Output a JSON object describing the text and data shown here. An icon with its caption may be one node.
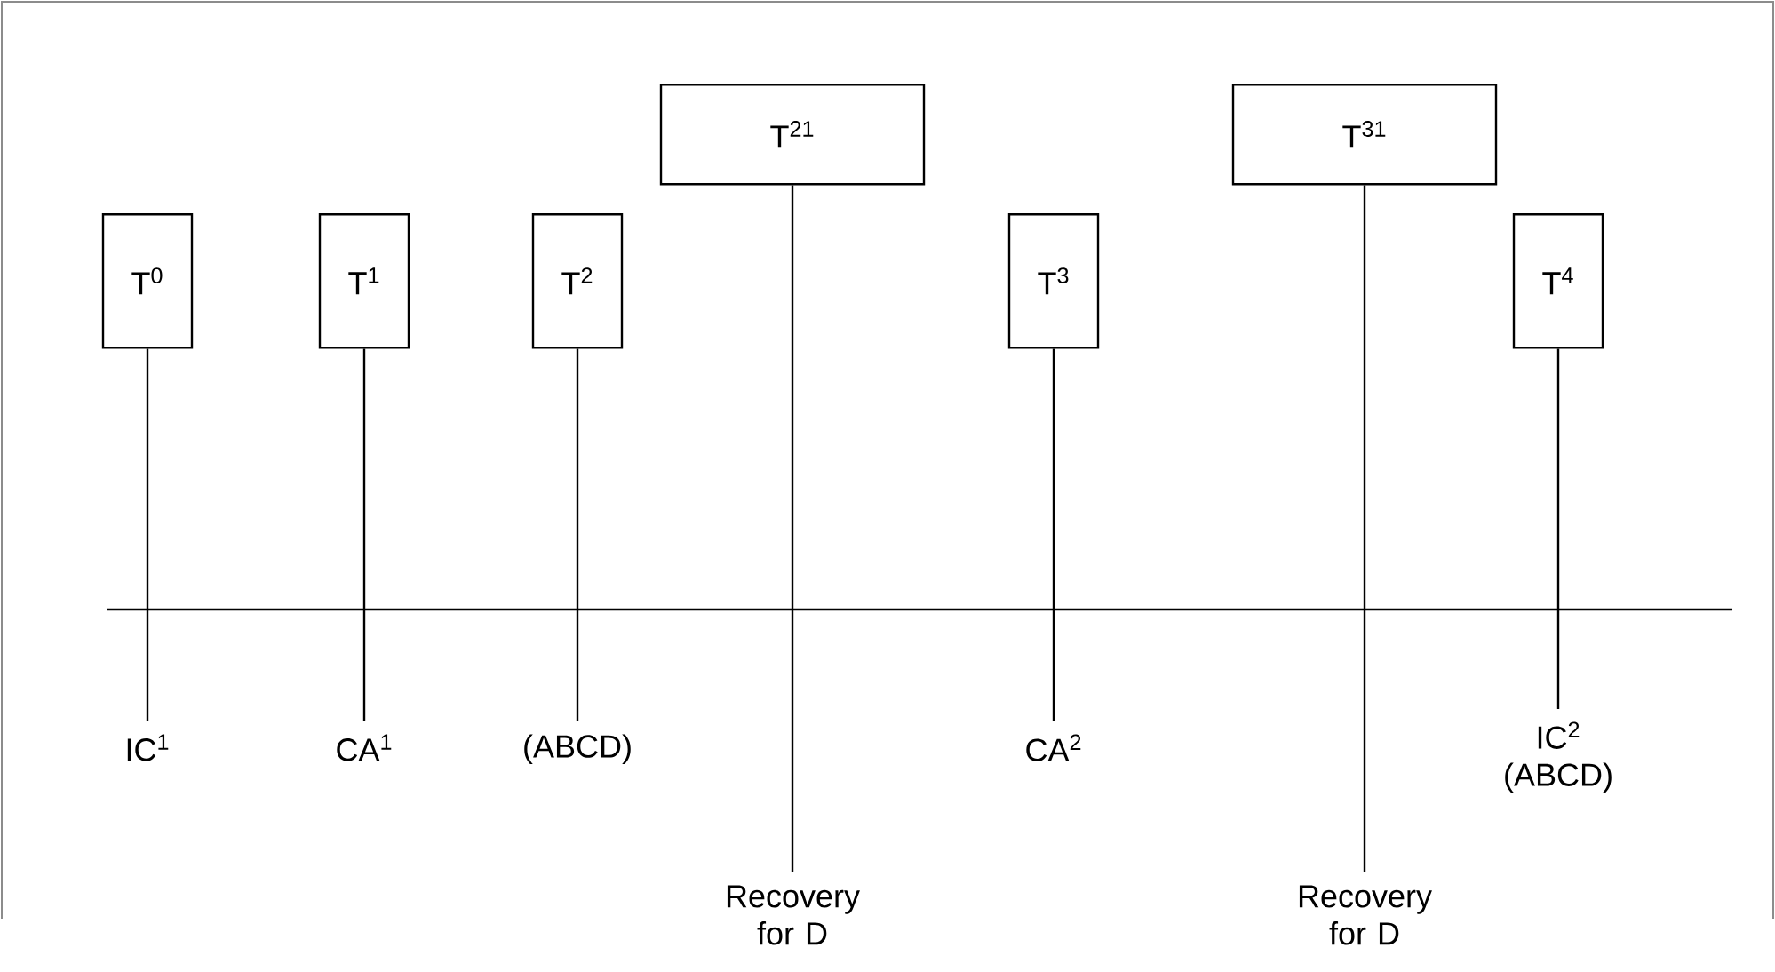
{
  "diagram": {
    "nodes": [
      {
        "text": [
          "T$^{0}$"
        ]
      },
      {
        "text": [
          "T$^{1}$"
        ]
      },
      {
        "text": [
          "T$^{2}$"
        ]
      },
      {
        "text": [
          "T$^{21}$"
        ]
      },
      {
        "text": [
          "T$^{3}$"
        ]
      },
      {
        "text": [
          "T$^{31}$"
        ]
      },
      {
        "text": [
          "T$^{4}$"
        ]
      },
      {
        "text": [
          "IC$^{1}$"
        ]
      },
      {
        "text": [
          "CA$^{1}$"
        ]
      },
      {
        "text": [
          "(ABCD)"
        ]
      },
      {
        "text": [
          "Recovery for D"
        ]
      },
      {
        "text": [
          "CA$^{2}$"
        ]
      },
      {
        "text": [
          "Recovery for D"
        ]
      },
      {
        "text": [
          "IC$^{2}$ (ABCD)"
        ]
      }
    ],
    "edges": [
      {
        "from": 0,
        "to": 7,
        "arrow": "none"
      },
      {
        "from": 1,
        "to": 8,
        "arrow": "none"
      },
      {
        "from": 2,
        "to": 9,
        "arrow": "none"
      },
      {
        "from": 3,
        "to": 10,
        "arrow": "none"
      },
      {
        "from": 4,
        "to": 11,
        "arrow": "none"
      },
      {
        "from": 5,
        "to": 12,
        "arrow": "none"
      },
      {
        "from": 6,
        "to": 13,
        "arrow": "none"
      }
    ]
  }
}
